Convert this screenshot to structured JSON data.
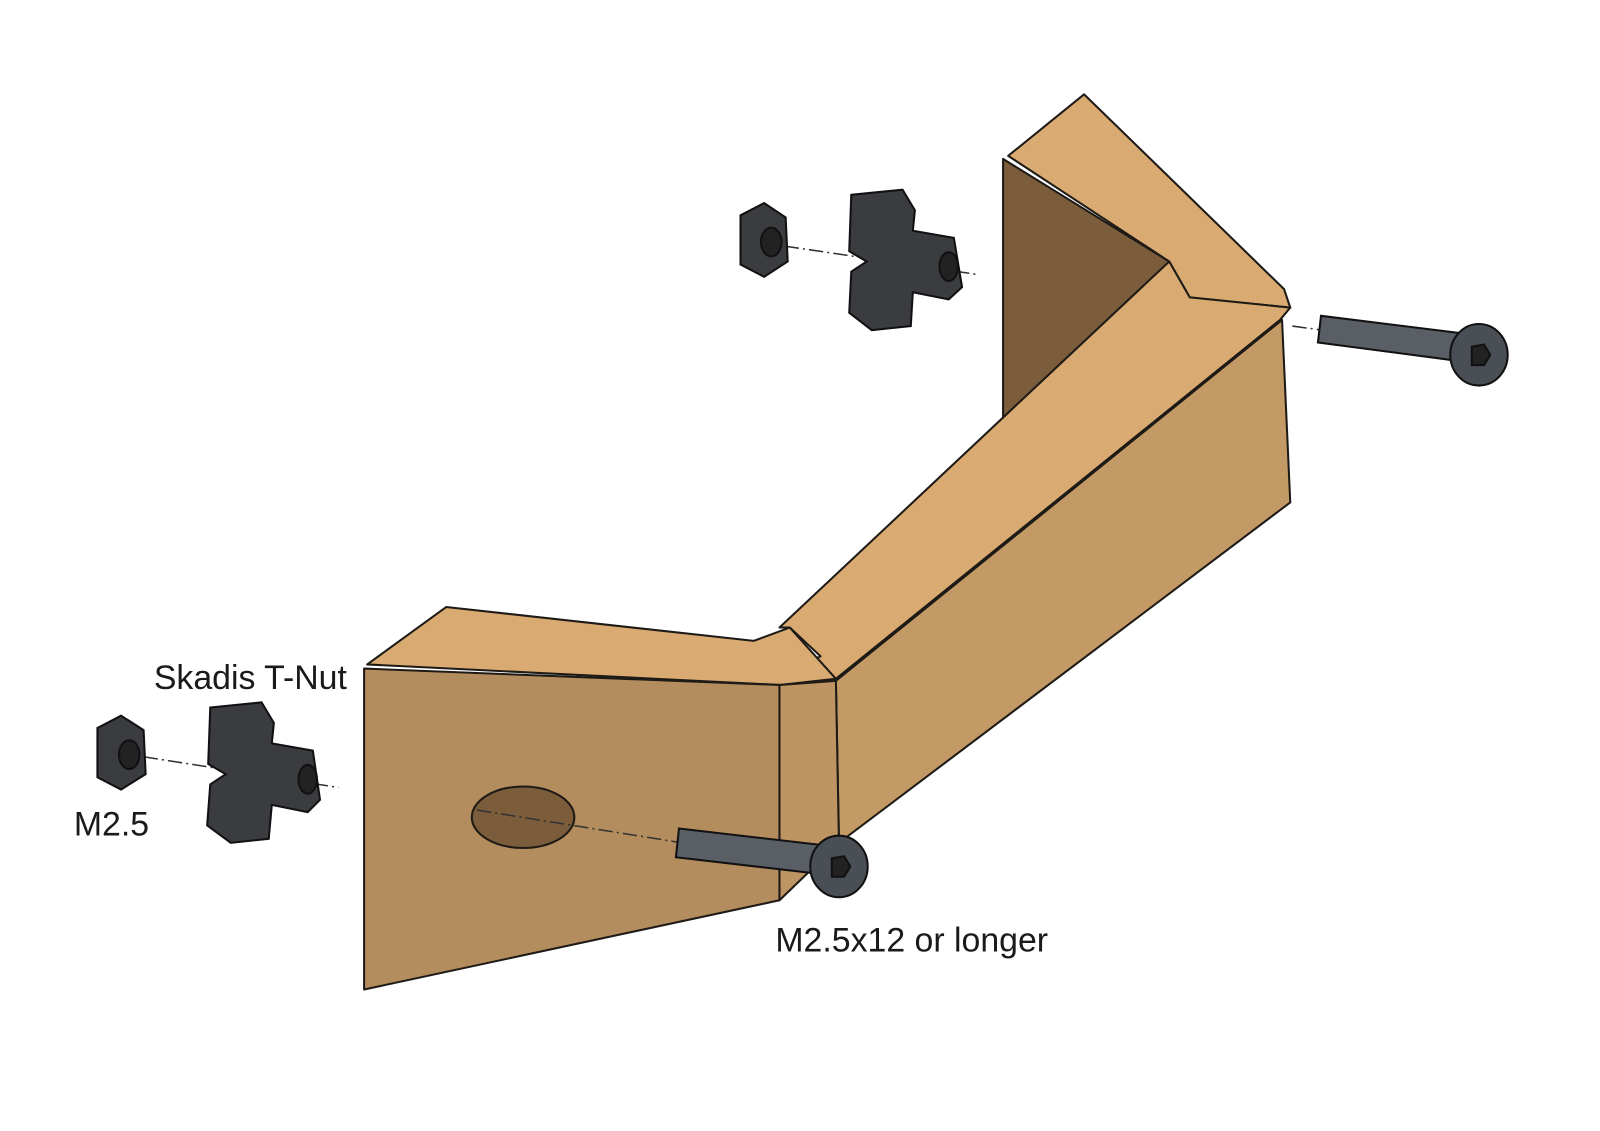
{
  "labels": {
    "t_nut": "Skadis T-Nut",
    "nut": "M2.5",
    "bolt": "M2.5x12 or longer"
  },
  "colors": {
    "top_face": "#d9ab72",
    "front_face": "#c39a66",
    "left_face": "#b48d5e",
    "inner_wall": "#7b5c3b",
    "hardware": "#3a3c40"
  }
}
